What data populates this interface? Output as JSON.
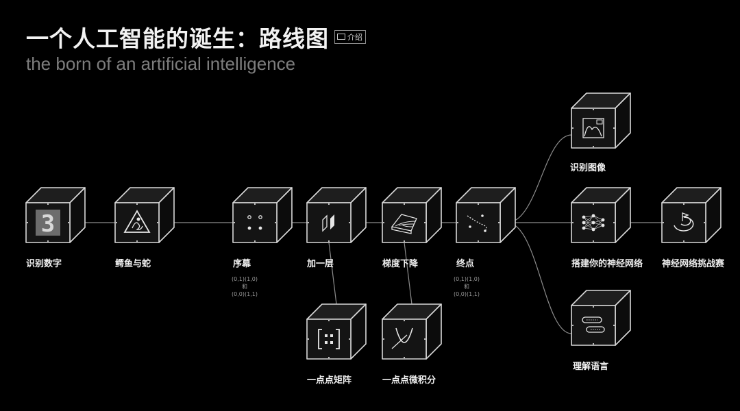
{
  "header": {
    "title": "一个人工智能的诞生：路线图",
    "intro_label": "介绍",
    "subtitle": "the born of an artificial intelligence"
  },
  "nodes": [
    {
      "id": "digits",
      "label": "识别数字",
      "icon": "digit-3-icon"
    },
    {
      "id": "croc",
      "label": "鳄鱼与蛇",
      "icon": "croc-snake-sign-icon"
    },
    {
      "id": "prelude",
      "label": "序幕",
      "icon": "four-dots-icon",
      "note": [
        "(0,1)(1,0)",
        "和",
        "(0,0)(1,1)"
      ]
    },
    {
      "id": "layer",
      "label": "加一层",
      "icon": "layer-planes-icon"
    },
    {
      "id": "gradient",
      "label": "梯度下降",
      "icon": "surface-mesh-icon"
    },
    {
      "id": "finish",
      "label": "终点",
      "icon": "curve-points-icon",
      "note": [
        "(0,1)(1,0)",
        "和",
        "(0,0)(1,1)"
      ]
    },
    {
      "id": "matrix",
      "label": "一点点矩阵",
      "icon": "matrix-bracket-icon"
    },
    {
      "id": "calculus",
      "label": "一点点微积分",
      "icon": "parabola-icon"
    },
    {
      "id": "image",
      "label": "识别图像",
      "icon": "picture-icon"
    },
    {
      "id": "network",
      "label": "搭建你的神经网络",
      "icon": "neural-net-icon"
    },
    {
      "id": "challenge",
      "label": "神经网络挑战赛",
      "icon": "target-spiral-icon"
    },
    {
      "id": "language",
      "label": "理解语言",
      "icon": "speech-bubbles-icon"
    }
  ],
  "digit_glyph": "3",
  "colors": {
    "background": "#000000",
    "cube_stroke": "#d9d9d9",
    "cube_face": "#141414",
    "line": "#8c8c8c"
  }
}
